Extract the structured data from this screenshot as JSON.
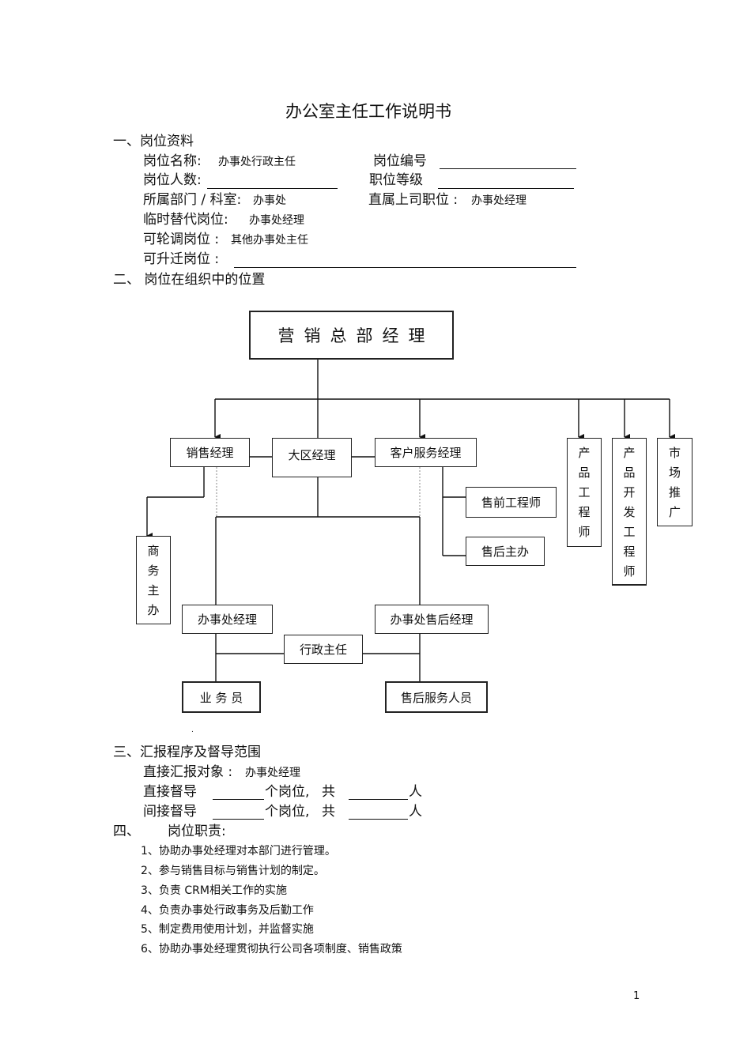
{
  "title": "办公室主任工作说明书",
  "section1": {
    "heading": "一、岗位资料",
    "name_label": "岗位名称:",
    "name_value": "办事处行政主任",
    "code_label": "岗位编号",
    "count_label": "岗位人数:",
    "grade_label": "职位等级",
    "dept_label": "所属部门 / 科室:",
    "dept_value": "办事处",
    "superior_label": "直属上司职位 :",
    "superior_value": "办事处经理",
    "substitute_label": "临时替代岗位:",
    "substitute_value": "办事处经理",
    "rotation_label": "可轮调岗位 :",
    "rotation_value": "其他办事处主任",
    "promotion_label": "可升迁岗位 :"
  },
  "section2": {
    "heading": "二、 岗位在组织中的位置"
  },
  "org_chart": {
    "top": "营销总部经理",
    "sales_manager": "销售经理",
    "region_manager": "大区经理",
    "cs_manager": "客户服务经理",
    "product_engineer": [
      "产",
      "品",
      "工",
      "程",
      "师"
    ],
    "product_dev_engineer": [
      "产",
      "品",
      "开",
      "发",
      "工",
      "程",
      "师"
    ],
    "marketing": [
      "市",
      "场",
      "推",
      "广"
    ],
    "business_assistant": [
      "商",
      "务",
      "主",
      "办"
    ],
    "presales_engineer": "售前工程师",
    "aftersales_lead": "售后主办",
    "office_manager": "办事处经理",
    "office_aftersales_manager": "办事处售后经理",
    "admin_director": "行政主任",
    "salesperson": "业 务 员",
    "aftersales_staff": "售后服务人员",
    "dot": "."
  },
  "section3": {
    "heading": "三、汇报程序及督导范围",
    "report_to_label": "直接汇报对象 :",
    "report_to_value": "办事处经理",
    "direct_label": "直接督导",
    "indirect_label": "间接督导",
    "positions_suffix": "个岗位,",
    "total_label": "共",
    "people_suffix": "人"
  },
  "section4": {
    "heading_num": "四、",
    "heading_text": "岗位职责:",
    "items": [
      "1、协助办事处经理对本部门进行管理。",
      "2、参与销售目标与销售计划的制定。",
      "3、负责  CRM相关工作的实施",
      "4、负责办事处行政事务及后勤工作",
      "5、制定费用使用计划，并监督实施",
      "6、协助办事处经理贯彻执行公司各项制度、销售政策"
    ]
  },
  "page_number": "1"
}
